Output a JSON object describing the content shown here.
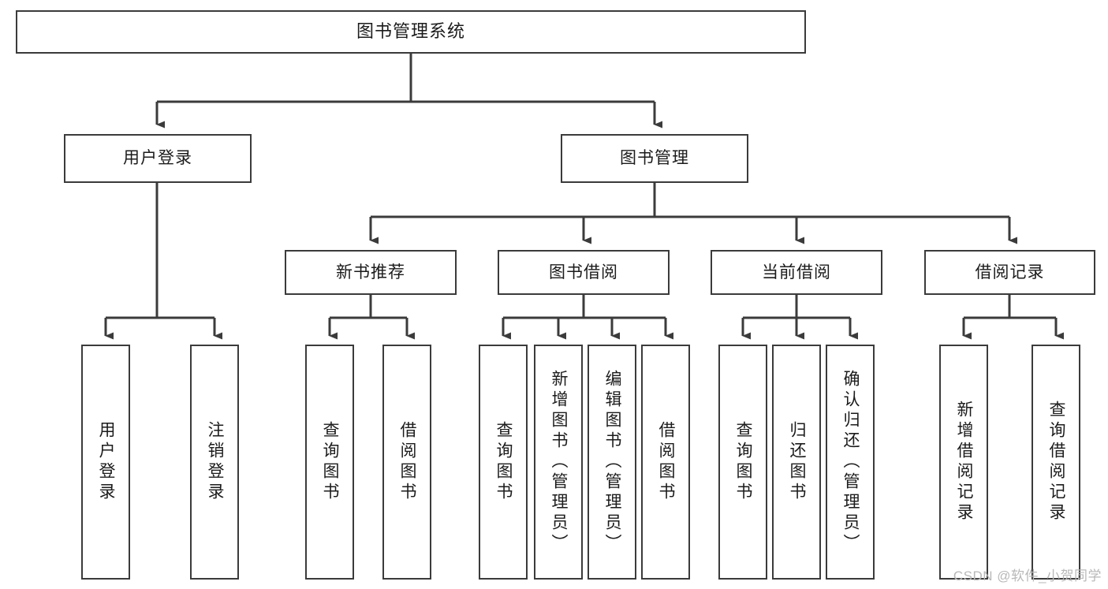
{
  "diagram": {
    "type": "tree-hierarchy-chart",
    "title": "图书管理系统",
    "watermark": "CSDN @软件_小贺同学",
    "colors": {
      "box_border": "#3b3b3b",
      "box_fill": "#ffffff",
      "connector": "#3b3b3b",
      "text": "#1b1b1b",
      "watermark": "#b8b8b8"
    },
    "levels": {
      "level1": [
        {
          "id": "root",
          "label": "图书管理系统",
          "orientation": "horizontal"
        }
      ],
      "level2": [
        {
          "id": "user-login",
          "label": "用户登录",
          "orientation": "horizontal"
        },
        {
          "id": "book-management",
          "label": "图书管理",
          "orientation": "horizontal"
        }
      ],
      "level3": [
        {
          "id": "new-book-recommend",
          "label": "新书推荐",
          "orientation": "horizontal"
        },
        {
          "id": "book-borrow",
          "label": "图书借阅",
          "orientation": "horizontal"
        },
        {
          "id": "current-borrow",
          "label": "当前借阅",
          "orientation": "horizontal"
        },
        {
          "id": "borrow-record",
          "label": "借阅记录",
          "orientation": "horizontal"
        }
      ],
      "level4": [
        {
          "id": "leaf-user-login",
          "label": "用户登录",
          "parent": "user-login",
          "orientation": "vertical"
        },
        {
          "id": "leaf-logout-login",
          "label": "注销登录",
          "parent": "user-login",
          "orientation": "vertical"
        },
        {
          "id": "leaf-query-book-1",
          "label": "查询图书",
          "parent": "new-book-recommend",
          "orientation": "vertical"
        },
        {
          "id": "leaf-borrow-book-1",
          "label": "借阅图书",
          "parent": "new-book-recommend",
          "orientation": "vertical"
        },
        {
          "id": "leaf-query-book-2",
          "label": "查询图书",
          "parent": "book-borrow",
          "orientation": "vertical"
        },
        {
          "id": "leaf-add-book",
          "label": "新增图书（管理员）",
          "parent": "book-borrow",
          "orientation": "vertical"
        },
        {
          "id": "leaf-edit-book",
          "label": "编辑图书（管理员）",
          "parent": "book-borrow",
          "orientation": "vertical"
        },
        {
          "id": "leaf-borrow-book-2",
          "label": "借阅图书",
          "parent": "book-borrow",
          "orientation": "vertical"
        },
        {
          "id": "leaf-query-book-3",
          "label": "查询图书",
          "parent": "current-borrow",
          "orientation": "vertical"
        },
        {
          "id": "leaf-return-book",
          "label": "归还图书",
          "parent": "current-borrow",
          "orientation": "vertical"
        },
        {
          "id": "leaf-confirm-return",
          "label": "确认归还（管理员）",
          "parent": "current-borrow",
          "orientation": "vertical"
        },
        {
          "id": "leaf-add-record",
          "label": "新增借阅记录",
          "parent": "borrow-record",
          "orientation": "vertical"
        },
        {
          "id": "leaf-query-record",
          "label": "查询借阅记录",
          "parent": "borrow-record",
          "orientation": "vertical"
        }
      ]
    }
  }
}
